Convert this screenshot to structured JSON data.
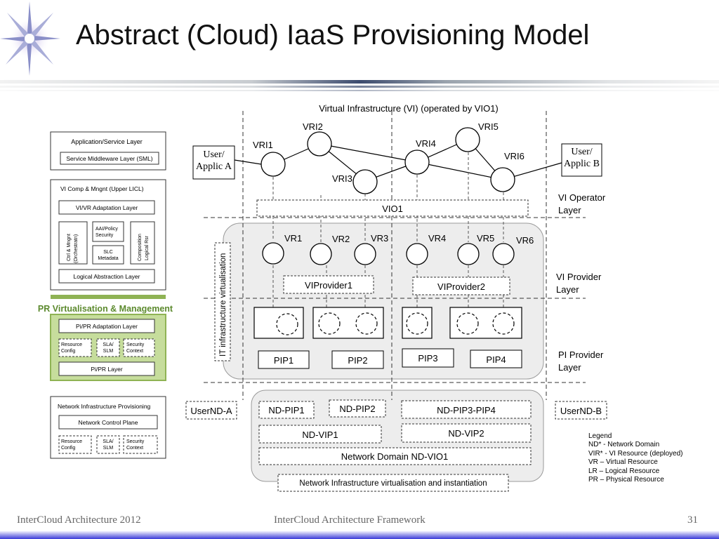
{
  "title": "Abstract (Cloud) IaaS Provisioning Model",
  "footer": {
    "left": "InterCloud Architecture 2012",
    "center": "InterCloud Architecture Framework",
    "page": "31"
  },
  "colors": {
    "accent_green": "#8fb354",
    "panel_green": "#c6dd9c",
    "heading_green": "#5c8a2e",
    "region_gray": "#ededed",
    "footer_bar": "#3a3ad8"
  },
  "icons": {
    "logo": "starburst-logo"
  },
  "stack": {
    "app_layer": {
      "title": "Application/Service Layer",
      "sml": "Service Middleware Layer (SML)"
    },
    "vi_comp": {
      "title": "VI Comp & Mngnt (Upper LICL)",
      "adaptation": "VI/VR Adaptation Layer",
      "ctrl": [
        "Ctrl & Mngnt",
        "(Orchestratn)"
      ],
      "aai": [
        "AAI/Policy",
        "Security"
      ],
      "slc": [
        "SLC",
        "Metadata"
      ],
      "composition": [
        "Composition",
        "Logical Rsr"
      ],
      "abstraction": "Logical Abstraction Layer"
    },
    "pr": {
      "heading": "PR Virtualisation & Management",
      "adaptation": "Pi/PR Adaptation Layer",
      "resource": [
        "Resource",
        "Config"
      ],
      "sla": [
        "SLA/",
        "SLM"
      ],
      "security": [
        "Security",
        "Context"
      ],
      "layer": "Pi/PR Layer"
    },
    "network": {
      "title": "Network Infrastructure Provisioning",
      "control": "Network Control Plane",
      "resource": [
        "Resource",
        "Config"
      ],
      "sla": [
        "SLA/",
        "SLM"
      ],
      "security": [
        "Security",
        "Context"
      ]
    }
  },
  "diagram": {
    "vi_title": "Virtual Infrastructure (VI) (operated by VIO1)",
    "user_a": [
      "User/",
      "Applic A"
    ],
    "user_b": [
      "User/",
      "Applic B"
    ],
    "vri": [
      "VRI1",
      "VRI2",
      "VRI3",
      "VRI4",
      "VRI5",
      "VRI6"
    ],
    "vio1": "VIO1",
    "vi_operator_layer": [
      "VI Operator",
      "Layer"
    ],
    "it_virtualisation": "IT infrastructure virtualisation",
    "vr": [
      "VR1",
      "VR2",
      "VR3",
      "VR4",
      "VR5",
      "VR6"
    ],
    "viprovider1": "VIProvider1",
    "viprovider2": "VIProvider2",
    "vi_provider_layer": [
      "VI Provider",
      "Layer"
    ],
    "pip": [
      "PIP1",
      "PIP2",
      "PIP3",
      "PIP4"
    ],
    "pi_provider_layer": [
      "PI Provider",
      "Layer"
    ],
    "userND_A": "UserND-A",
    "userND_B": "UserND-B",
    "nd_pip1": "ND-PIP1",
    "nd_pip2": "ND-PIP2",
    "nd_pip34": "ND-PIP3-PIP4",
    "nd_vip1": "ND-VIP1",
    "nd_vip2": "ND-VIP2",
    "nd_vio1": "Network Domain ND-VIO1",
    "ni_label": "Network Infrastructure virtualisation and instantiation"
  },
  "legend": {
    "title": "Legend",
    "items": [
      "ND* - Network Domain",
      "VIR* - VI Resource (deployed)",
      "VR – Virtual Resource",
      "LR – Logical Resource",
      "PR – Physical Resource"
    ]
  }
}
